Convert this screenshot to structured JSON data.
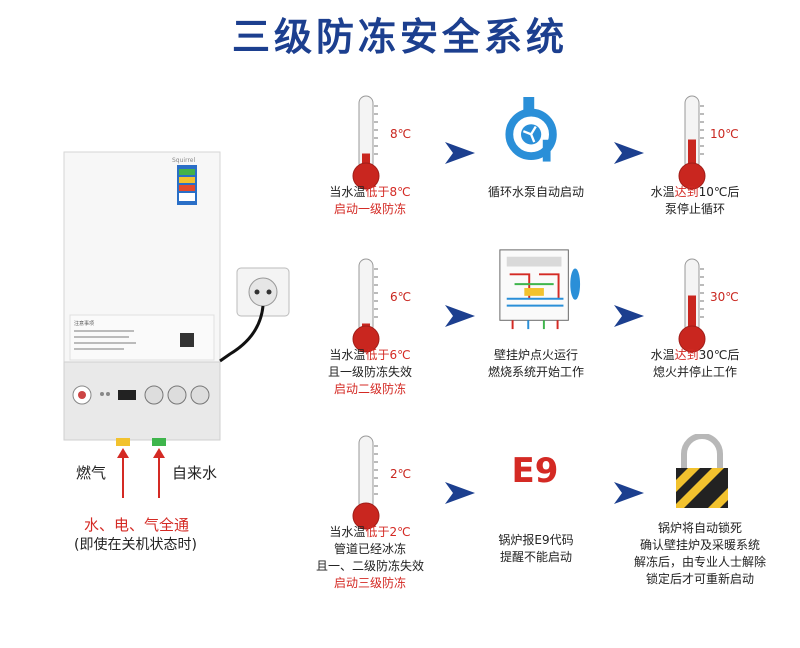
{
  "title": "三级防冻安全系统",
  "colors": {
    "title": "#1c3f8f",
    "red": "#d42a24",
    "arrow": "#1c3f8f",
    "thermo_red": "#c9261f"
  },
  "boiler": {
    "brand": "Squirrel",
    "panel_heading": "注意事项",
    "labels": {
      "gas": "燃气",
      "water": "自来水"
    },
    "notes": {
      "line1": "水、电、气全通",
      "line2": "(即使在关机状态时)"
    }
  },
  "rows": [
    {
      "temp_label": "8℃",
      "caption_1": [
        {
          "t": "当水温",
          "c": "k"
        },
        {
          "t": "低于",
          "c": "r"
        },
        {
          "t": "8℃",
          "c": "r"
        }
      ],
      "caption_2": [
        {
          "t": "启动一级防冻",
          "c": "r"
        }
      ],
      "caption_3": [],
      "caption_4": [],
      "middle_icon": "pump-icon",
      "middle_caption": [
        "循环水泵自动启动"
      ],
      "end_temp_label": "10℃",
      "end_caption_1": [
        {
          "t": "水温",
          "c": "k"
        },
        {
          "t": "达到",
          "c": "r"
        },
        {
          "t": "10℃后",
          "c": "k"
        }
      ],
      "end_caption_2": "泵停止循环"
    },
    {
      "temp_label": "6℃",
      "caption_1": [
        {
          "t": "当水温",
          "c": "k"
        },
        {
          "t": "低于",
          "c": "r"
        },
        {
          "t": "6℃",
          "c": "r"
        }
      ],
      "caption_2": [
        {
          "t": "且一级防冻失效",
          "c": "k"
        }
      ],
      "caption_3": [
        {
          "t": "启动二级防冻",
          "c": "r"
        }
      ],
      "caption_4": [],
      "middle_icon": "boiler-diagram-icon",
      "middle_caption": [
        "壁挂炉点火运行",
        "燃烧系统开始工作"
      ],
      "end_temp_label": "30℃",
      "end_caption_1": [
        {
          "t": "水温",
          "c": "k"
        },
        {
          "t": "达到",
          "c": "r"
        },
        {
          "t": "30℃后",
          "c": "k"
        }
      ],
      "end_caption_2": "熄火并停止工作"
    },
    {
      "temp_label": "2℃",
      "caption_1": [
        {
          "t": "当水温",
          "c": "k"
        },
        {
          "t": "低于",
          "c": "r"
        },
        {
          "t": "2℃",
          "c": "r"
        }
      ],
      "caption_2": [
        {
          "t": "管道已经冰冻",
          "c": "k"
        }
      ],
      "caption_3": [
        {
          "t": "且一、二级防冻失效",
          "c": "k"
        }
      ],
      "caption_4": [
        {
          "t": "启动三级防冻",
          "c": "r"
        }
      ],
      "middle_icon": "error-code-icon",
      "middle_text": "E9",
      "middle_caption": [
        "锅炉报E9代码",
        "提醒不能启动"
      ],
      "end_icon": "lock-icon",
      "end_caption_lines": [
        "锅炉将自动锁死",
        "确认壁挂炉及采暖系统",
        "解冻后，由专业人士解除",
        "锁定后才可重新启动"
      ]
    }
  ]
}
